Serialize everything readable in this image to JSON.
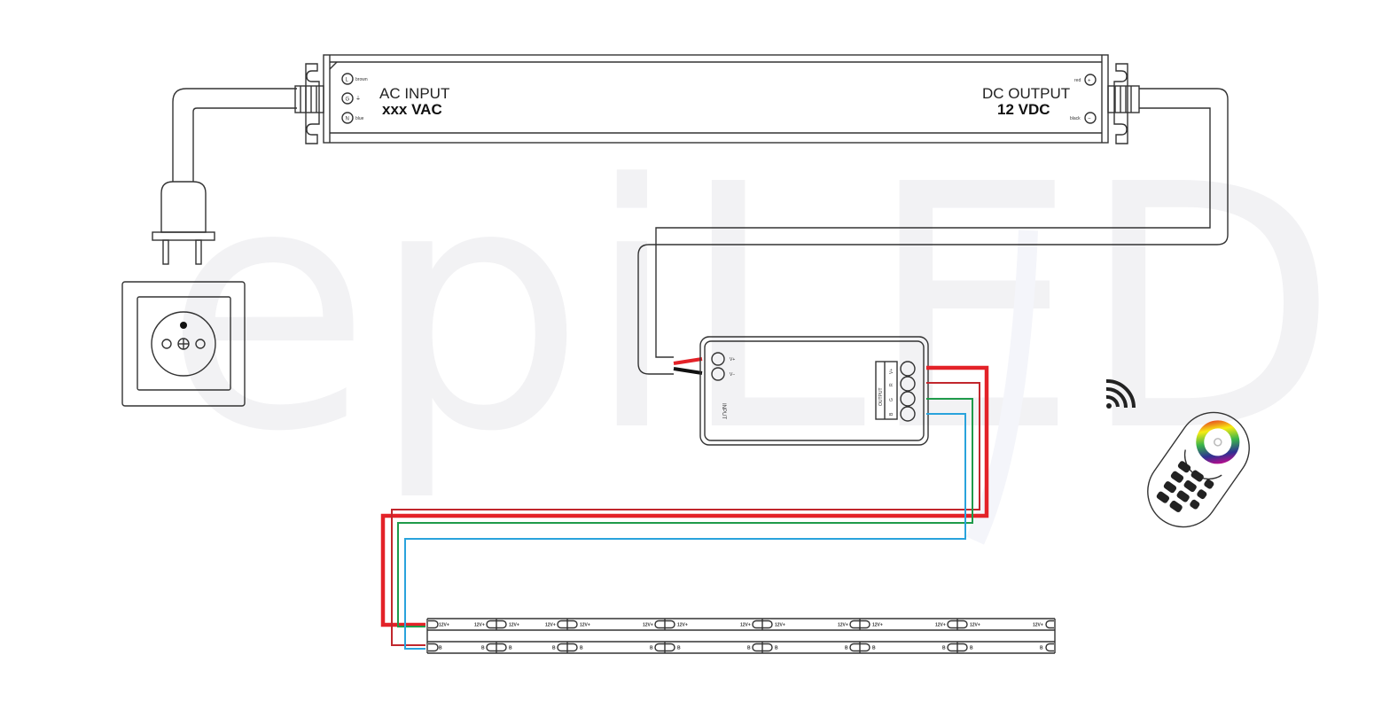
{
  "watermark": "epiLED",
  "power_supply": {
    "input_title": "AC INPUT",
    "input_value": "xxx VAC",
    "output_title": "DC OUTPUT",
    "output_value": "12 VDC",
    "terminals_in": [
      {
        "symbol": "L",
        "wire": "brown"
      },
      {
        "symbol": "G",
        "wire": "⏚"
      },
      {
        "symbol": "N",
        "wire": "blue"
      }
    ],
    "terminals_out": [
      {
        "symbol": "+",
        "wire": "red"
      },
      {
        "symbol": "−",
        "wire": "black"
      }
    ]
  },
  "controller": {
    "input_label": "INPUT",
    "input_pins": [
      "V+",
      "V−"
    ],
    "output_label": "OUTPUT",
    "output_pins": [
      "V+",
      "R",
      "G",
      "B"
    ]
  },
  "led_strip": {
    "top_label": "12V+",
    "bottom_label": "B"
  },
  "colors": {
    "red": "#e32228",
    "dark_red": "#c1272d",
    "green": "#1e9a4a",
    "blue": "#29a3dc",
    "black": "#111111"
  },
  "icons": [
    "plug-icon",
    "wall-socket-icon",
    "wireless-signal-icon",
    "rgb-remote-icon"
  ]
}
